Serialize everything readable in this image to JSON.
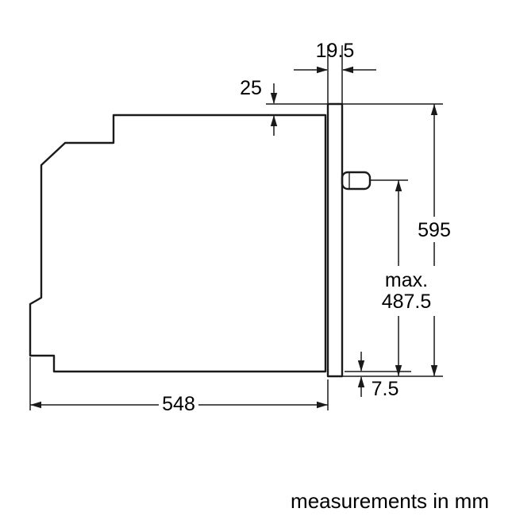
{
  "figure": {
    "kind": "appliance dimension drawing",
    "caption": "measurements in mm"
  },
  "dimensions": {
    "front_panel_thickness": "19.5",
    "top_clearance": "25",
    "height": "595",
    "max_label": "max.",
    "max_value": "487.5",
    "bottom_overhang": "7.5",
    "depth": "548"
  },
  "colors": {
    "line": "#1a1a1a",
    "text": "#000000",
    "background": "#ffffff"
  }
}
